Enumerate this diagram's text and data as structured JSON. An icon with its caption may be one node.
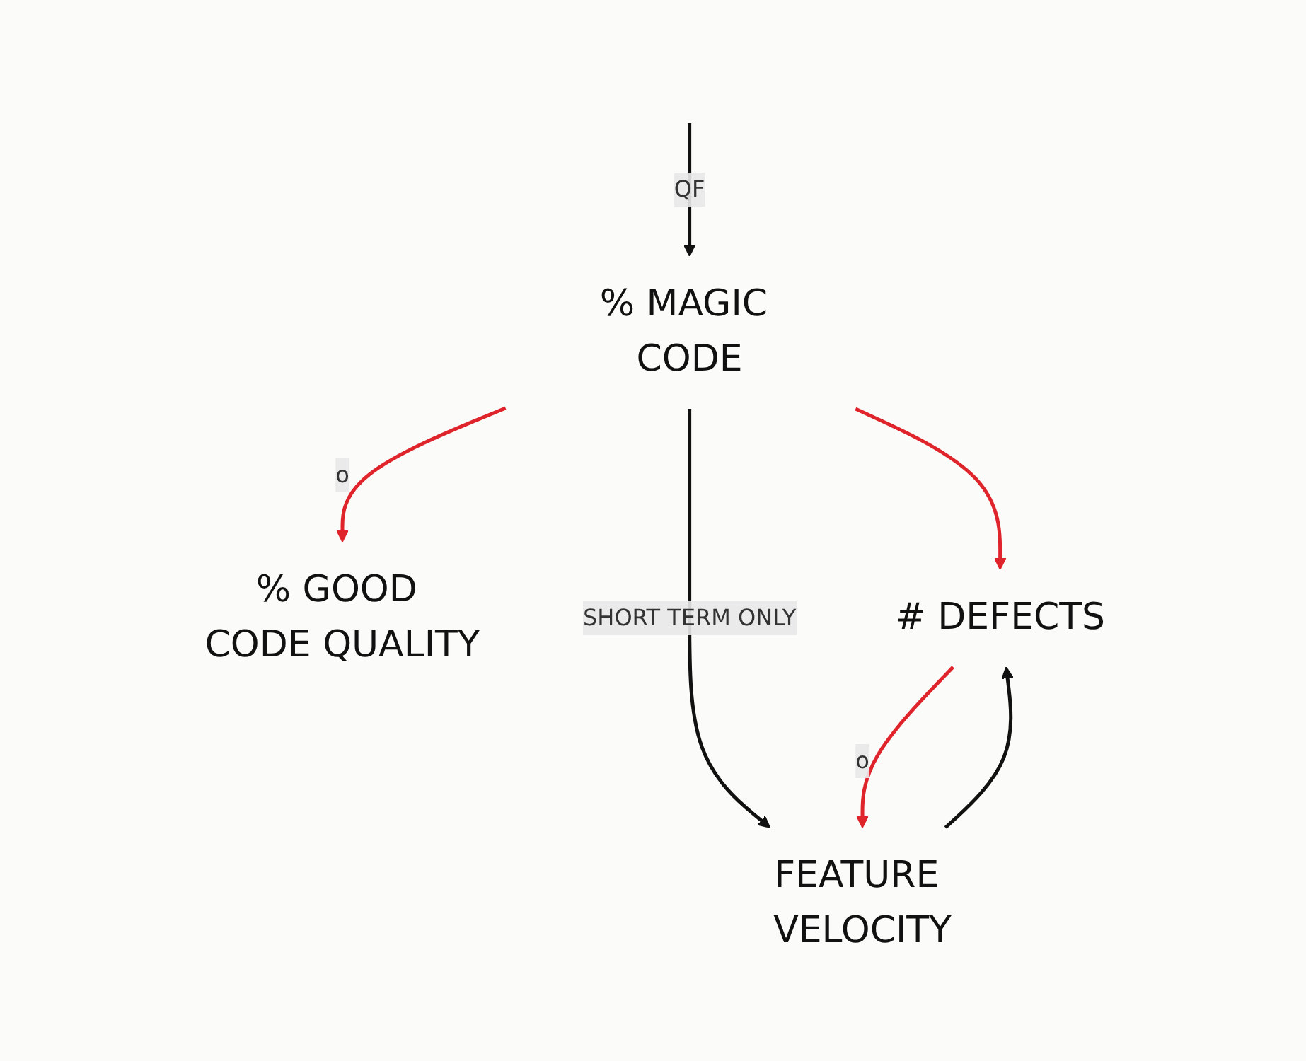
{
  "diagram": {
    "nodes": [
      {
        "text": [
          "% GOOD CODE QUALITY"
        ]
      },
      {
        "text": [
          "% MAGIC CODE"
        ]
      },
      {
        "text": [
          "# DEFECTS"
        ]
      },
      {
        "text": [
          "FEATURE VELOCITY"
        ]
      }
    ],
    "edges": [
      {
        "from": null,
        "to": 1,
        "arrow": "to",
        "label": "QF"
      },
      {
        "from": 1,
        "to": 0,
        "arrow": "to",
        "label": "o",
        "color": "#e0242b"
      },
      {
        "from": 1,
        "to": 2,
        "arrow": "to",
        "color": "#e0242b"
      },
      {
        "from": 1,
        "to": 3,
        "arrow": "to",
        "label": "SHORT TERM ONLY"
      },
      {
        "from": 2,
        "to": 3,
        "arrow": "to",
        "label": "o",
        "color": "#e0242b"
      },
      {
        "from": 3,
        "to": 2,
        "arrow": "to"
      }
    ]
  }
}
